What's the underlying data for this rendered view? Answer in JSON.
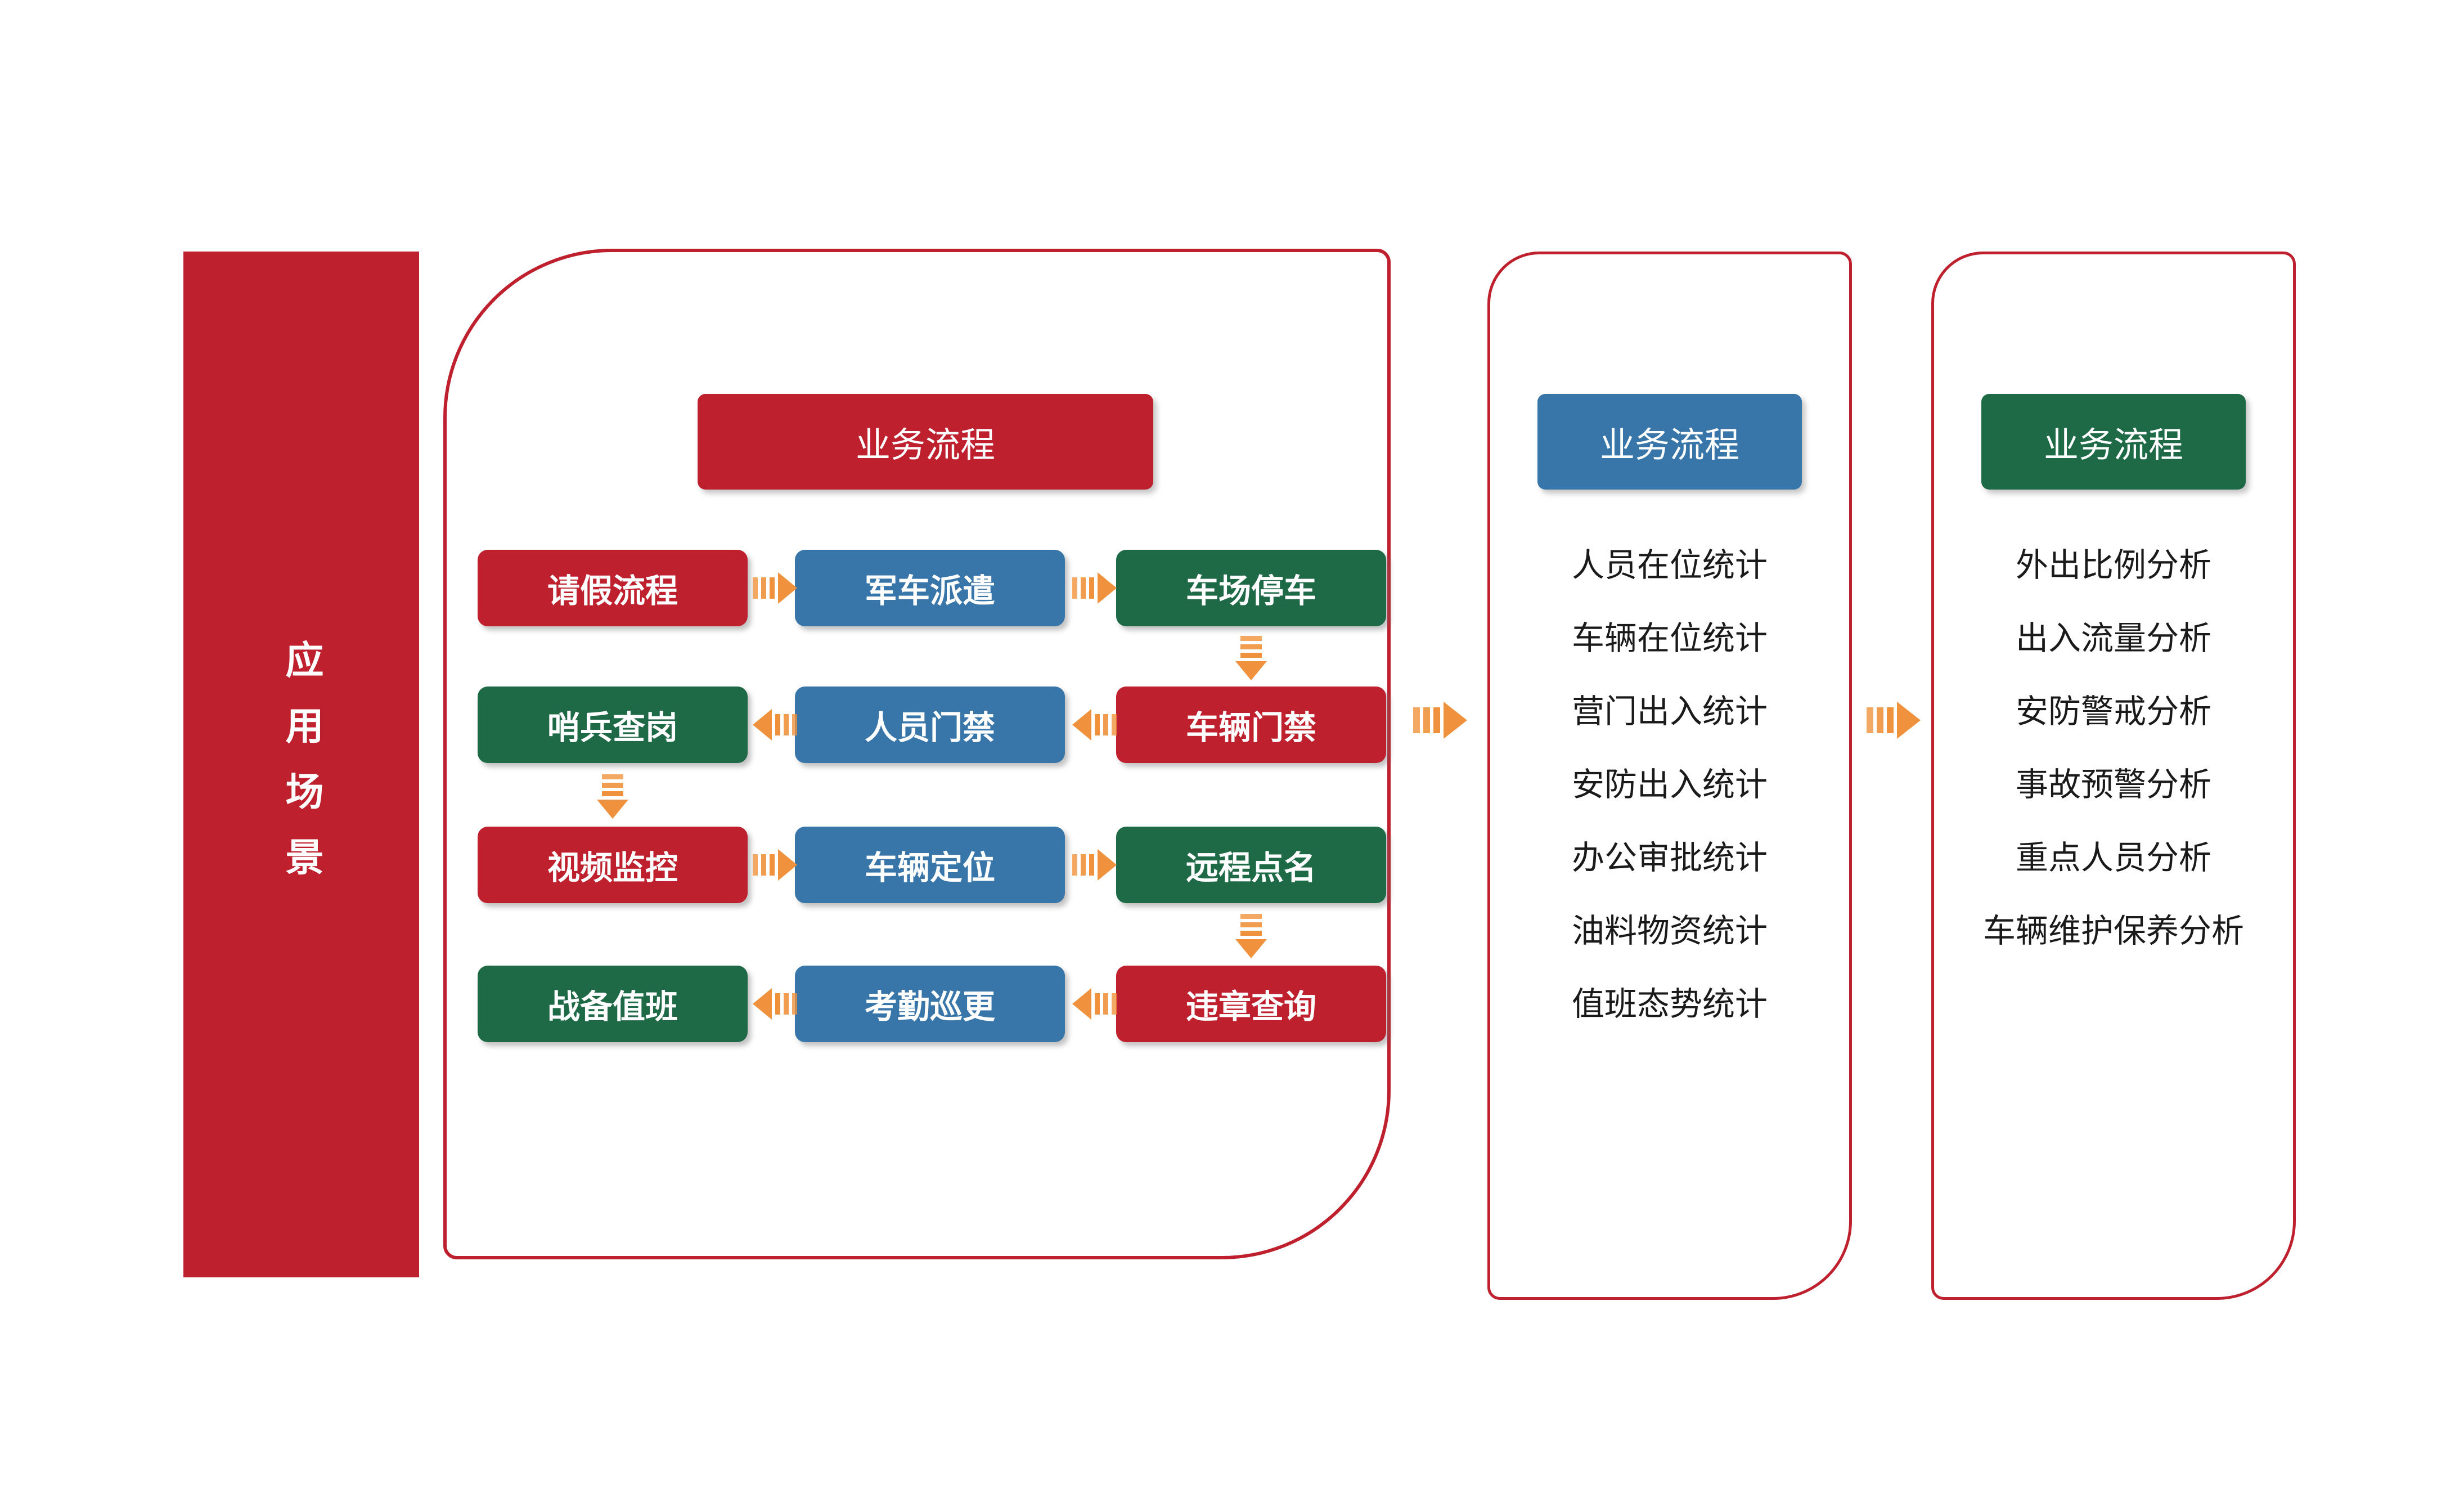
{
  "colors": {
    "red": "#BE202E",
    "blue": "#3876A9",
    "green": "#1E6A47",
    "orange": "#F0923D",
    "text": "#1A1A1A"
  },
  "banner": {
    "label": "应用场景"
  },
  "flow_panel": {
    "header": "业务流程",
    "rows": [
      {
        "cells": [
          {
            "label": "请假流程",
            "color": "red"
          },
          {
            "label": "军车派遣",
            "color": "blue"
          },
          {
            "label": "车场停车",
            "color": "green"
          }
        ],
        "arrow_direction": "right"
      },
      {
        "cells": [
          {
            "label": "哨兵查岗",
            "color": "green"
          },
          {
            "label": "人员门禁",
            "color": "blue"
          },
          {
            "label": "车辆门禁",
            "color": "red"
          }
        ],
        "arrow_direction": "left"
      },
      {
        "cells": [
          {
            "label": "视频监控",
            "color": "red"
          },
          {
            "label": "车辆定位",
            "color": "blue"
          },
          {
            "label": "远程点名",
            "color": "green"
          }
        ],
        "arrow_direction": "right"
      },
      {
        "cells": [
          {
            "label": "战备值班",
            "color": "green"
          },
          {
            "label": "考勤巡更",
            "color": "blue"
          },
          {
            "label": "违章查询",
            "color": "red"
          }
        ],
        "arrow_direction": "left"
      }
    ]
  },
  "stats_panel": {
    "header": "业务流程",
    "header_color": "blue",
    "items": [
      "人员在位统计",
      "车辆在位统计",
      "营门出入统计",
      "安防出入统计",
      "办公审批统计",
      "油料物资统计",
      "值班态势统计"
    ]
  },
  "analysis_panel": {
    "header": "业务流程",
    "header_color": "green",
    "items": [
      "外出比例分析",
      "出入流量分析",
      "安防警戒分析",
      "事故预警分析",
      "重点人员分析",
      "车辆维护保养分析"
    ]
  }
}
